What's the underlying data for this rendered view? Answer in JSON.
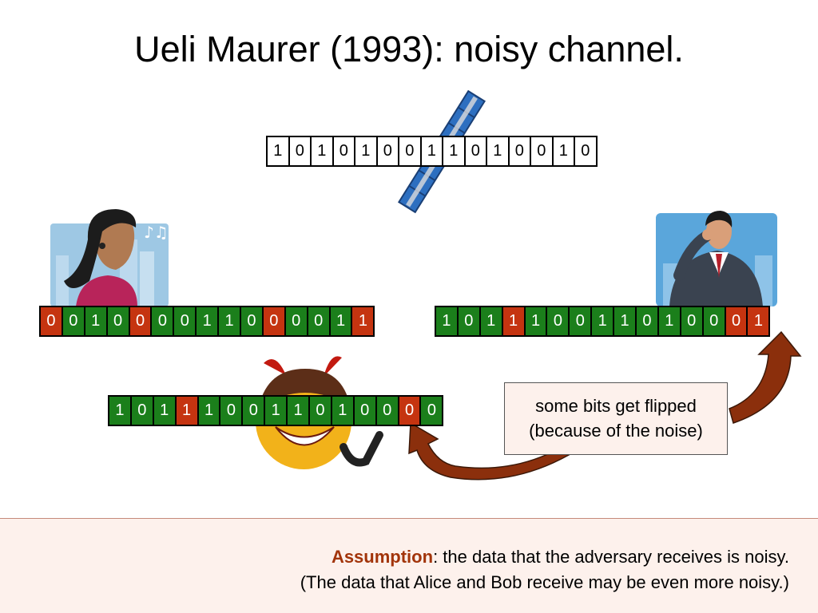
{
  "title": "Ueli Maurer (1993): noisy channel.",
  "satellite_bits": [
    "1",
    "0",
    "1",
    "0",
    "1",
    "0",
    "0",
    "1",
    "1",
    "0",
    "1",
    "0",
    "0",
    "1",
    "0"
  ],
  "alice_bits": [
    {
      "v": "0",
      "f": true
    },
    {
      "v": "0",
      "f": false
    },
    {
      "v": "1",
      "f": false
    },
    {
      "v": "0",
      "f": false
    },
    {
      "v": "0",
      "f": true
    },
    {
      "v": "0",
      "f": false
    },
    {
      "v": "0",
      "f": false
    },
    {
      "v": "1",
      "f": false
    },
    {
      "v": "1",
      "f": false
    },
    {
      "v": "0",
      "f": false
    },
    {
      "v": "0",
      "f": true
    },
    {
      "v": "0",
      "f": false
    },
    {
      "v": "0",
      "f": false
    },
    {
      "v": "1",
      "f": false
    },
    {
      "v": "1",
      "f": true
    }
  ],
  "bob_bits": [
    {
      "v": "1",
      "f": false
    },
    {
      "v": "0",
      "f": false
    },
    {
      "v": "1",
      "f": false
    },
    {
      "v": "1",
      "f": true
    },
    {
      "v": "1",
      "f": false
    },
    {
      "v": "0",
      "f": false
    },
    {
      "v": "0",
      "f": false
    },
    {
      "v": "1",
      "f": false
    },
    {
      "v": "1",
      "f": false
    },
    {
      "v": "0",
      "f": false
    },
    {
      "v": "1",
      "f": false
    },
    {
      "v": "0",
      "f": false
    },
    {
      "v": "0",
      "f": false
    },
    {
      "v": "0",
      "f": true
    },
    {
      "v": "1",
      "f": true
    }
  ],
  "eve_bits": [
    {
      "v": "1",
      "f": false
    },
    {
      "v": "0",
      "f": false
    },
    {
      "v": "1",
      "f": false
    },
    {
      "v": "1",
      "f": true
    },
    {
      "v": "1",
      "f": false
    },
    {
      "v": "0",
      "f": false
    },
    {
      "v": "0",
      "f": false
    },
    {
      "v": "1",
      "f": false
    },
    {
      "v": "1",
      "f": false
    },
    {
      "v": "0",
      "f": false
    },
    {
      "v": "1",
      "f": false
    },
    {
      "v": "0",
      "f": false
    },
    {
      "v": "0",
      "f": false
    },
    {
      "v": "0",
      "f": true
    },
    {
      "v": "0",
      "f": false
    }
  ],
  "callout": {
    "line1": "some bits get flipped",
    "line2": "(because of the noise)"
  },
  "assumption": {
    "keyword": "Assumption",
    "line1_rest": ": the data that the adversary receives is noisy.",
    "line2": "(The data that Alice and Bob receive may be even more noisy.)"
  },
  "colors": {
    "bit_ok": "#1b7f1b",
    "bit_flipped": "#c53410",
    "arrow": "#8b2f0c",
    "note_bg": "#fdf1ec",
    "assumption_keyword": "#a2340a"
  },
  "icons": [
    "satellite-icon",
    "woman-with-headphones-icon",
    "man-on-phone-icon",
    "devil-smiley-icon",
    "music-notes-icon"
  ]
}
